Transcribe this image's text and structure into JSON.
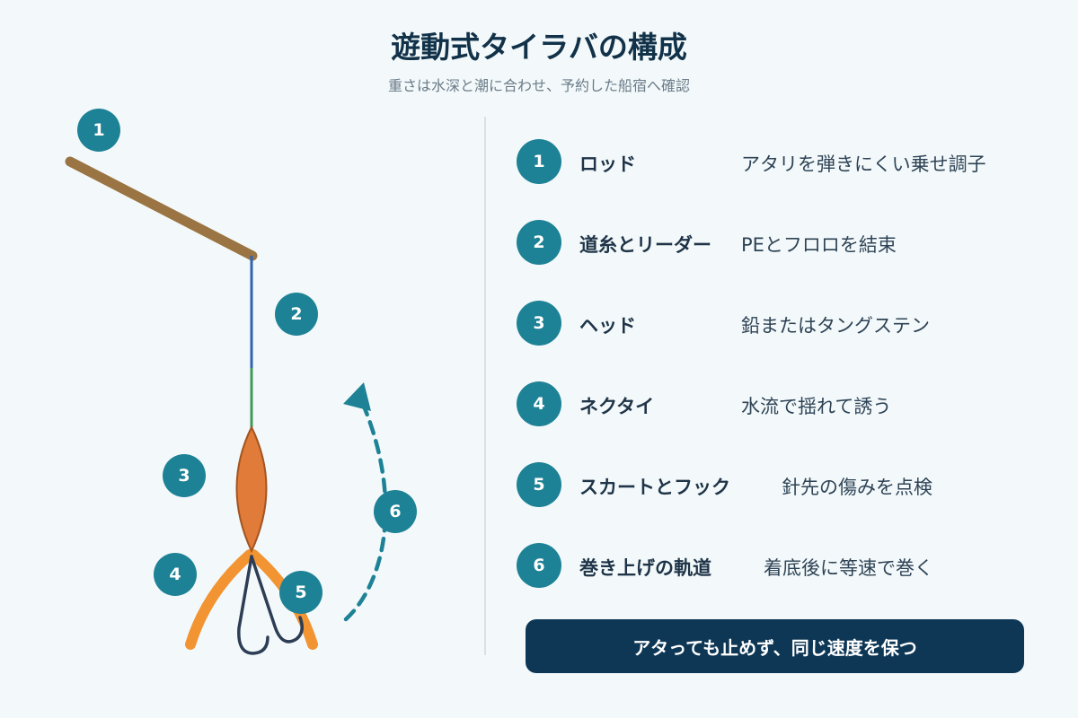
{
  "header": {
    "title": "遊動式タイラバの構成",
    "subtitle": "重さは水深と潮に合わせ、予約した船宿へ確認"
  },
  "markers": [
    "1",
    "2",
    "3",
    "4",
    "5",
    "6"
  ],
  "components": [
    {
      "number": "1",
      "label": "ロッド",
      "description": "アタリを弾きにくい乗せ調子"
    },
    {
      "number": "2",
      "label": "道糸とリーダー",
      "description": "PEとフロロを結束"
    },
    {
      "number": "3",
      "label": "ヘッド",
      "description": "鉛またはタングステン"
    },
    {
      "number": "4",
      "label": "ネクタイ",
      "description": "水流で揺れて誘う"
    },
    {
      "number": "5",
      "label": "スカートとフック",
      "description": "針先の傷みを点検"
    },
    {
      "number": "6",
      "label": "巻き上げの軌道",
      "description": "着底後に等速で巻く"
    }
  ],
  "banner": {
    "text": "アタっても止めず、同じ速度を保つ"
  },
  "colors": {
    "accent": "#1e8296",
    "rod": "#9b7443",
    "line_pe": "#2f64b0",
    "leader": "#3f9a5a",
    "head": "#e07b3a",
    "necktie": "#f29432",
    "hook": "#2d3d55",
    "banner_bg": "#0e3756"
  },
  "icons": [
    "rod",
    "fishing-line",
    "leader-line",
    "tairaba-head",
    "necktie",
    "hook",
    "retrieve-arrow"
  ]
}
